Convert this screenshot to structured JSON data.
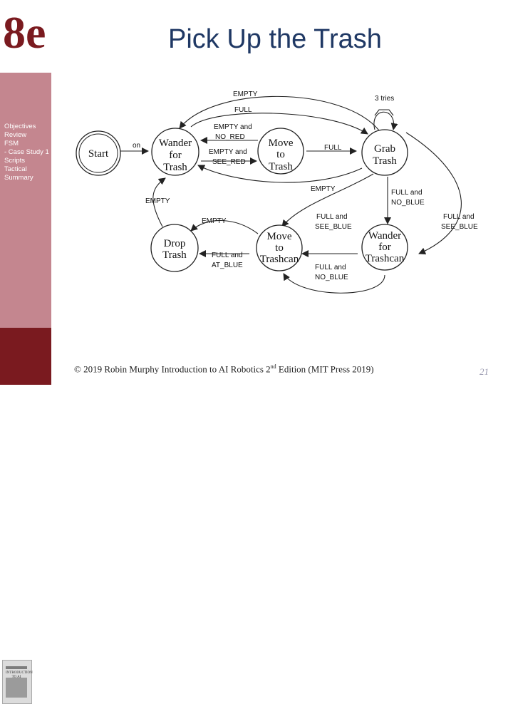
{
  "header": {
    "logo": "8e",
    "title": "Pick Up the Trash"
  },
  "sidebar": {
    "items": [
      "Objectives",
      "Review",
      "FSM",
      "- Case Study 1",
      "Scripts",
      "Tactical",
      "Summary"
    ],
    "book": {
      "title": "INTRODUCTION TO AI ROBOTICS"
    }
  },
  "diagram": {
    "states": {
      "start": "Start",
      "wander_trash": [
        "Wander",
        "for",
        "Trash"
      ],
      "move_trash": [
        "Move",
        "to",
        "Trash"
      ],
      "grab_trash": [
        "Grab",
        "Trash"
      ],
      "drop_trash": [
        "Drop",
        "Trash"
      ],
      "move_trashcan": [
        "Move",
        "to",
        "Trashcan"
      ],
      "wander_trashcan": [
        "Wander",
        "for",
        "Trashcan"
      ]
    },
    "labels": {
      "empty_top": "EMPTY",
      "tries": "3 tries",
      "full_top": "FULL",
      "on": "on",
      "empty_no_red": [
        "EMPTY and",
        "NO_RED"
      ],
      "empty_see_red": [
        "EMPTY and",
        "SEE_RED"
      ],
      "full_grab": "FULL",
      "empty_mid": "EMPTY",
      "full_no_blue_right": [
        "FULL and",
        "NO_BLUE"
      ],
      "empty_left": "EMPTY",
      "empty_drop": "EMPTY",
      "full_see_blue_mid": [
        "FULL and",
        "SEE_BLUE"
      ],
      "full_see_blue_right": [
        "FULL and",
        "SEE_BLUE"
      ],
      "full_at_blue": [
        "FULL and",
        "AT_BLUE"
      ],
      "full_no_blue_bottom": [
        "FULL and",
        "NO_BLUE"
      ]
    }
  },
  "footer": {
    "copyright_pre": "© 2019 Robin Murphy Introduction to AI Robotics 2",
    "superscript": "nd",
    "copyright_post": " Edition (MIT Press 2019)",
    "page_number": "21"
  }
}
